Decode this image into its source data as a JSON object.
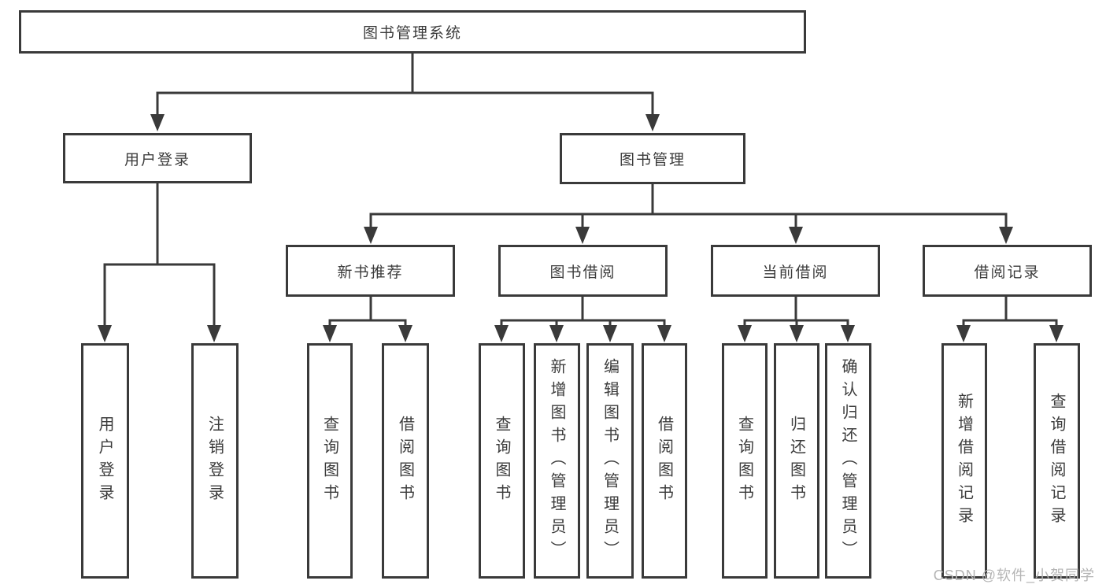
{
  "diagram_title": "图书管理系统",
  "tree": {
    "label": "图书管理系统",
    "children": [
      {
        "label": "用户登录",
        "children": [
          {
            "label": "用户登录"
          },
          {
            "label": "注销登录"
          }
        ]
      },
      {
        "label": "图书管理",
        "children": [
          {
            "label": "新书推荐",
            "children": [
              {
                "label": "查询图书"
              },
              {
                "label": "借阅图书"
              }
            ]
          },
          {
            "label": "图书借阅",
            "children": [
              {
                "label": "查询图书"
              },
              {
                "label": "新增图书（管理员）"
              },
              {
                "label": "编辑图书（管理员）"
              },
              {
                "label": "借阅图书"
              }
            ]
          },
          {
            "label": "当前借阅",
            "children": [
              {
                "label": "查询图书"
              },
              {
                "label": "归还图书"
              },
              {
                "label": "确认归还（管理员）"
              }
            ]
          },
          {
            "label": "借阅记录",
            "children": [
              {
                "label": "新增借阅记录"
              },
              {
                "label": "查询借阅记录"
              }
            ]
          }
        ]
      }
    ]
  },
  "watermark": {
    "text": "CSDN @软件_小贺同学"
  },
  "colors": {
    "line": "#3a3a3a",
    "box_border": "#3a3a3a",
    "text": "#3c3c3c",
    "watermark": "#b5b5b5",
    "background": "#ffffff"
  }
}
